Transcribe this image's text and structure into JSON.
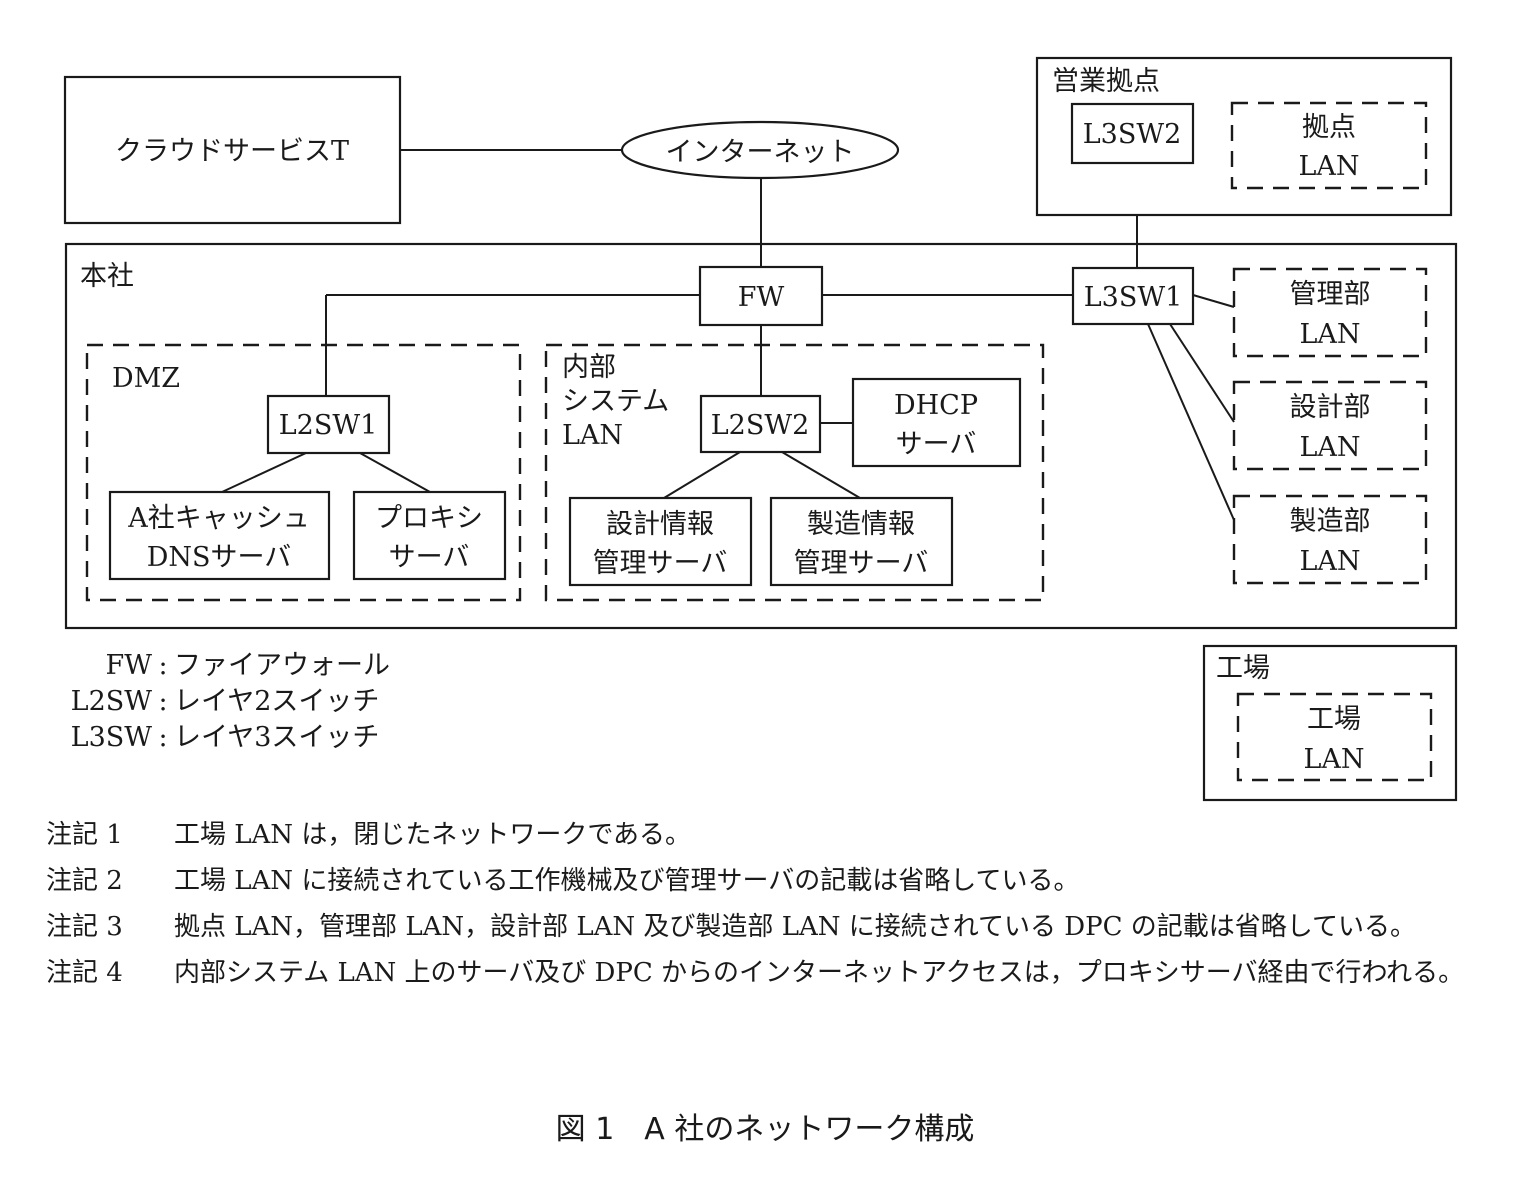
{
  "diagram": {
    "cloud_service": "クラウドサービスT",
    "internet": "インターネット",
    "sales_office": {
      "title": "営業拠点",
      "switch": "L3SW2",
      "lan": [
        "拠点",
        "LAN"
      ]
    },
    "headquarters": {
      "title": "本社",
      "firewall": "FW",
      "l3switch": "L3SW1",
      "dmz": {
        "title": "DMZ",
        "switch": "L2SW1",
        "servers": [
          [
            "A社キャッシュ",
            "DNSサーバ"
          ],
          [
            "プロキシ",
            "サーバ"
          ]
        ]
      },
      "internal_lan": {
        "title": [
          "内部",
          "システム",
          "LAN"
        ],
        "switch": "L2SW2",
        "dhcp": [
          "DHCP",
          "サーバ"
        ],
        "servers": [
          [
            "設計情報",
            "管理サーバ"
          ],
          [
            "製造情報",
            "管理サーバ"
          ]
        ]
      },
      "dept_lans": [
        [
          "管理部",
          "LAN"
        ],
        [
          "設計部",
          "LAN"
        ],
        [
          "製造部",
          "LAN"
        ]
      ]
    },
    "factory": {
      "title": "工場",
      "lan": [
        "工場",
        "LAN"
      ]
    }
  },
  "legend": [
    {
      "abbr": "FW",
      "sep": ":",
      "desc": "ファイアウォール"
    },
    {
      "abbr": "L2SW",
      "sep": ":",
      "desc": "レイヤ2スイッチ"
    },
    {
      "abbr": "L3SW",
      "sep": ":",
      "desc": "レイヤ3スイッチ"
    }
  ],
  "notes": [
    {
      "label": "注記 1",
      "text": "工場 LAN は，閉じたネットワークである。"
    },
    {
      "label": "注記 2",
      "text": "工場 LAN に接続されている工作機械及び管理サーバの記載は省略している。"
    },
    {
      "label": "注記 3",
      "text": "拠点 LAN，管理部 LAN，設計部 LAN 及び製造部 LAN に接続されている DPC の記載は省略している。"
    },
    {
      "label": "注記 4",
      "text": "内部システム LAN 上のサーバ及び DPC からのインターネットアクセスは，プロキシサーバ経由で行われる。"
    }
  ],
  "caption": "図 1　A 社のネットワーク構成"
}
